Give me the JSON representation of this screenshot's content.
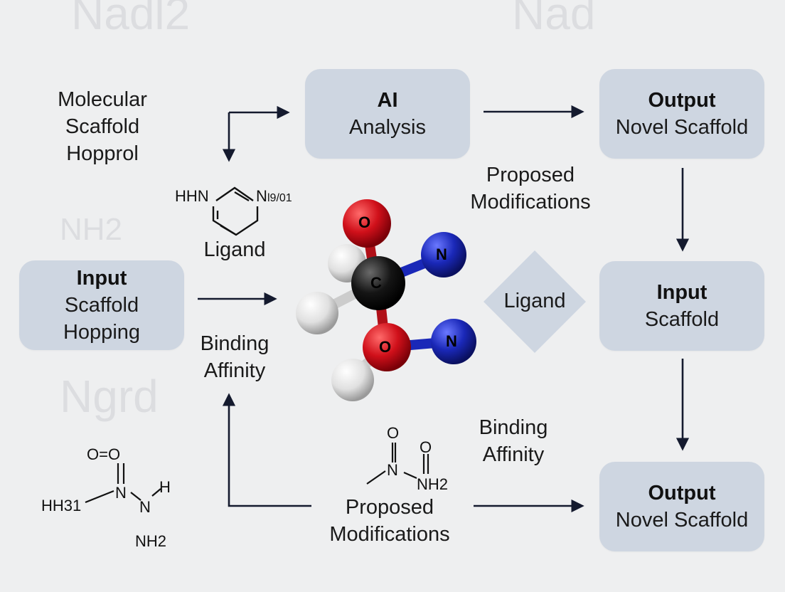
{
  "background_text": [
    "Nadl2",
    "Nad",
    "NH2",
    "Ngrd"
  ],
  "nodes": {
    "top_left_label": {
      "lines": [
        "Molecular",
        "Scaffold",
        "Hopprol"
      ]
    },
    "ai_box": {
      "title": "AI",
      "subtitle": "Analysis"
    },
    "output_top": {
      "title": "Output",
      "subtitle": "Novel Scaffold"
    },
    "proposed_top": {
      "lines": [
        "Proposed",
        "Modifications"
      ]
    },
    "ligand_struct": {
      "formula_left": "HHN",
      "formula_right": "N",
      "suffix": "l9/01",
      "label": "Ligand"
    },
    "input_left": {
      "title": "Input",
      "line2": "Scaffold",
      "line3": "Hopping"
    },
    "binding_left": {
      "lines": [
        "Binding",
        "Affinity"
      ]
    },
    "diamond": {
      "label": "Ligand"
    },
    "input_right": {
      "title": "Input",
      "subtitle": "Scaffold"
    },
    "binding_bottom": {
      "lines": [
        "Binding",
        "Affinity"
      ]
    },
    "proposed_bottom": {
      "lines": [
        "Proposed",
        "Modifications"
      ]
    },
    "output_bottom": {
      "title": "Output",
      "subtitle": "Novel Scaffold"
    }
  },
  "molecule": {
    "atoms": [
      "O",
      "N",
      "C",
      "O",
      "N"
    ]
  },
  "chem_bottom_left": {
    "top": "O=O",
    "left": "HH31",
    "n1": "N",
    "n2": "N",
    "h": "H",
    "nh2": "NH2"
  },
  "chem_bottom_mid": {
    "o1": "O",
    "o2": "O",
    "n": "N",
    "nh2": "NH2"
  },
  "colors": {
    "box_fill": "#ced6e1",
    "arrow": "#141a2e",
    "oxygen": "#d0101a",
    "nitrogen": "#1a28b8",
    "carbon": "#151515",
    "hydrogen": "#e8e8e8"
  }
}
